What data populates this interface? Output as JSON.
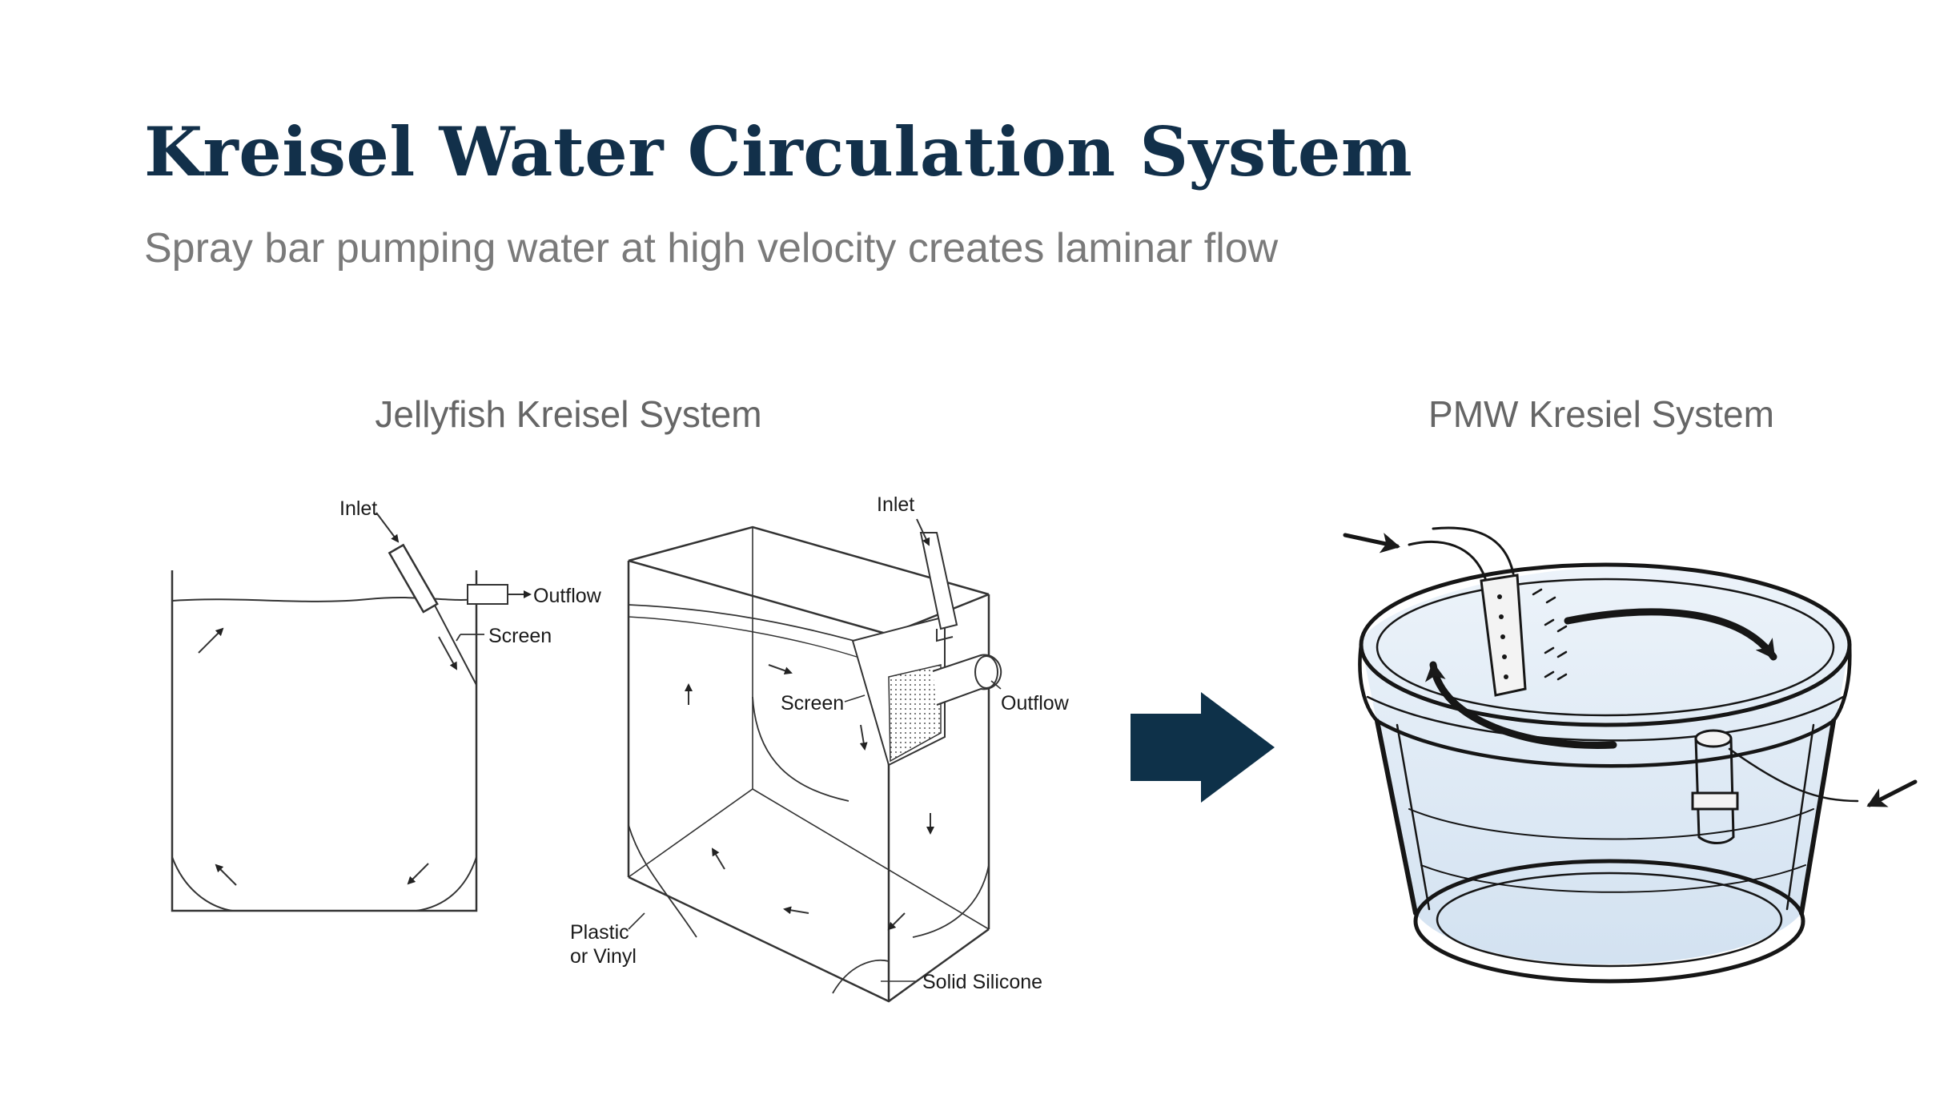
{
  "slide": {
    "title": "Kreisel Water Circulation System",
    "subtitle": "Spray bar pumping water at high velocity creates laminar flow"
  },
  "left_panel": {
    "label": "Jellyfish Kreisel System",
    "diagram1": {
      "inlet": "Inlet",
      "outflow": "Outflow",
      "screen": "Screen"
    },
    "diagram2": {
      "inlet": "Inlet",
      "screen": "Screen",
      "outflow": "Outflow",
      "plastic_line1": "Plastic",
      "plastic_line2": "or Vinyl",
      "silicone": "Solid Silicone"
    }
  },
  "right_panel": {
    "label": "PMW Kresiel System"
  },
  "colors": {
    "title": "#12304a",
    "arrow": "#0e3149",
    "water": "#cfe0f0",
    "subtitle": "#7a7a7a"
  },
  "icons": {
    "transition_arrow": "right-arrow-icon"
  }
}
